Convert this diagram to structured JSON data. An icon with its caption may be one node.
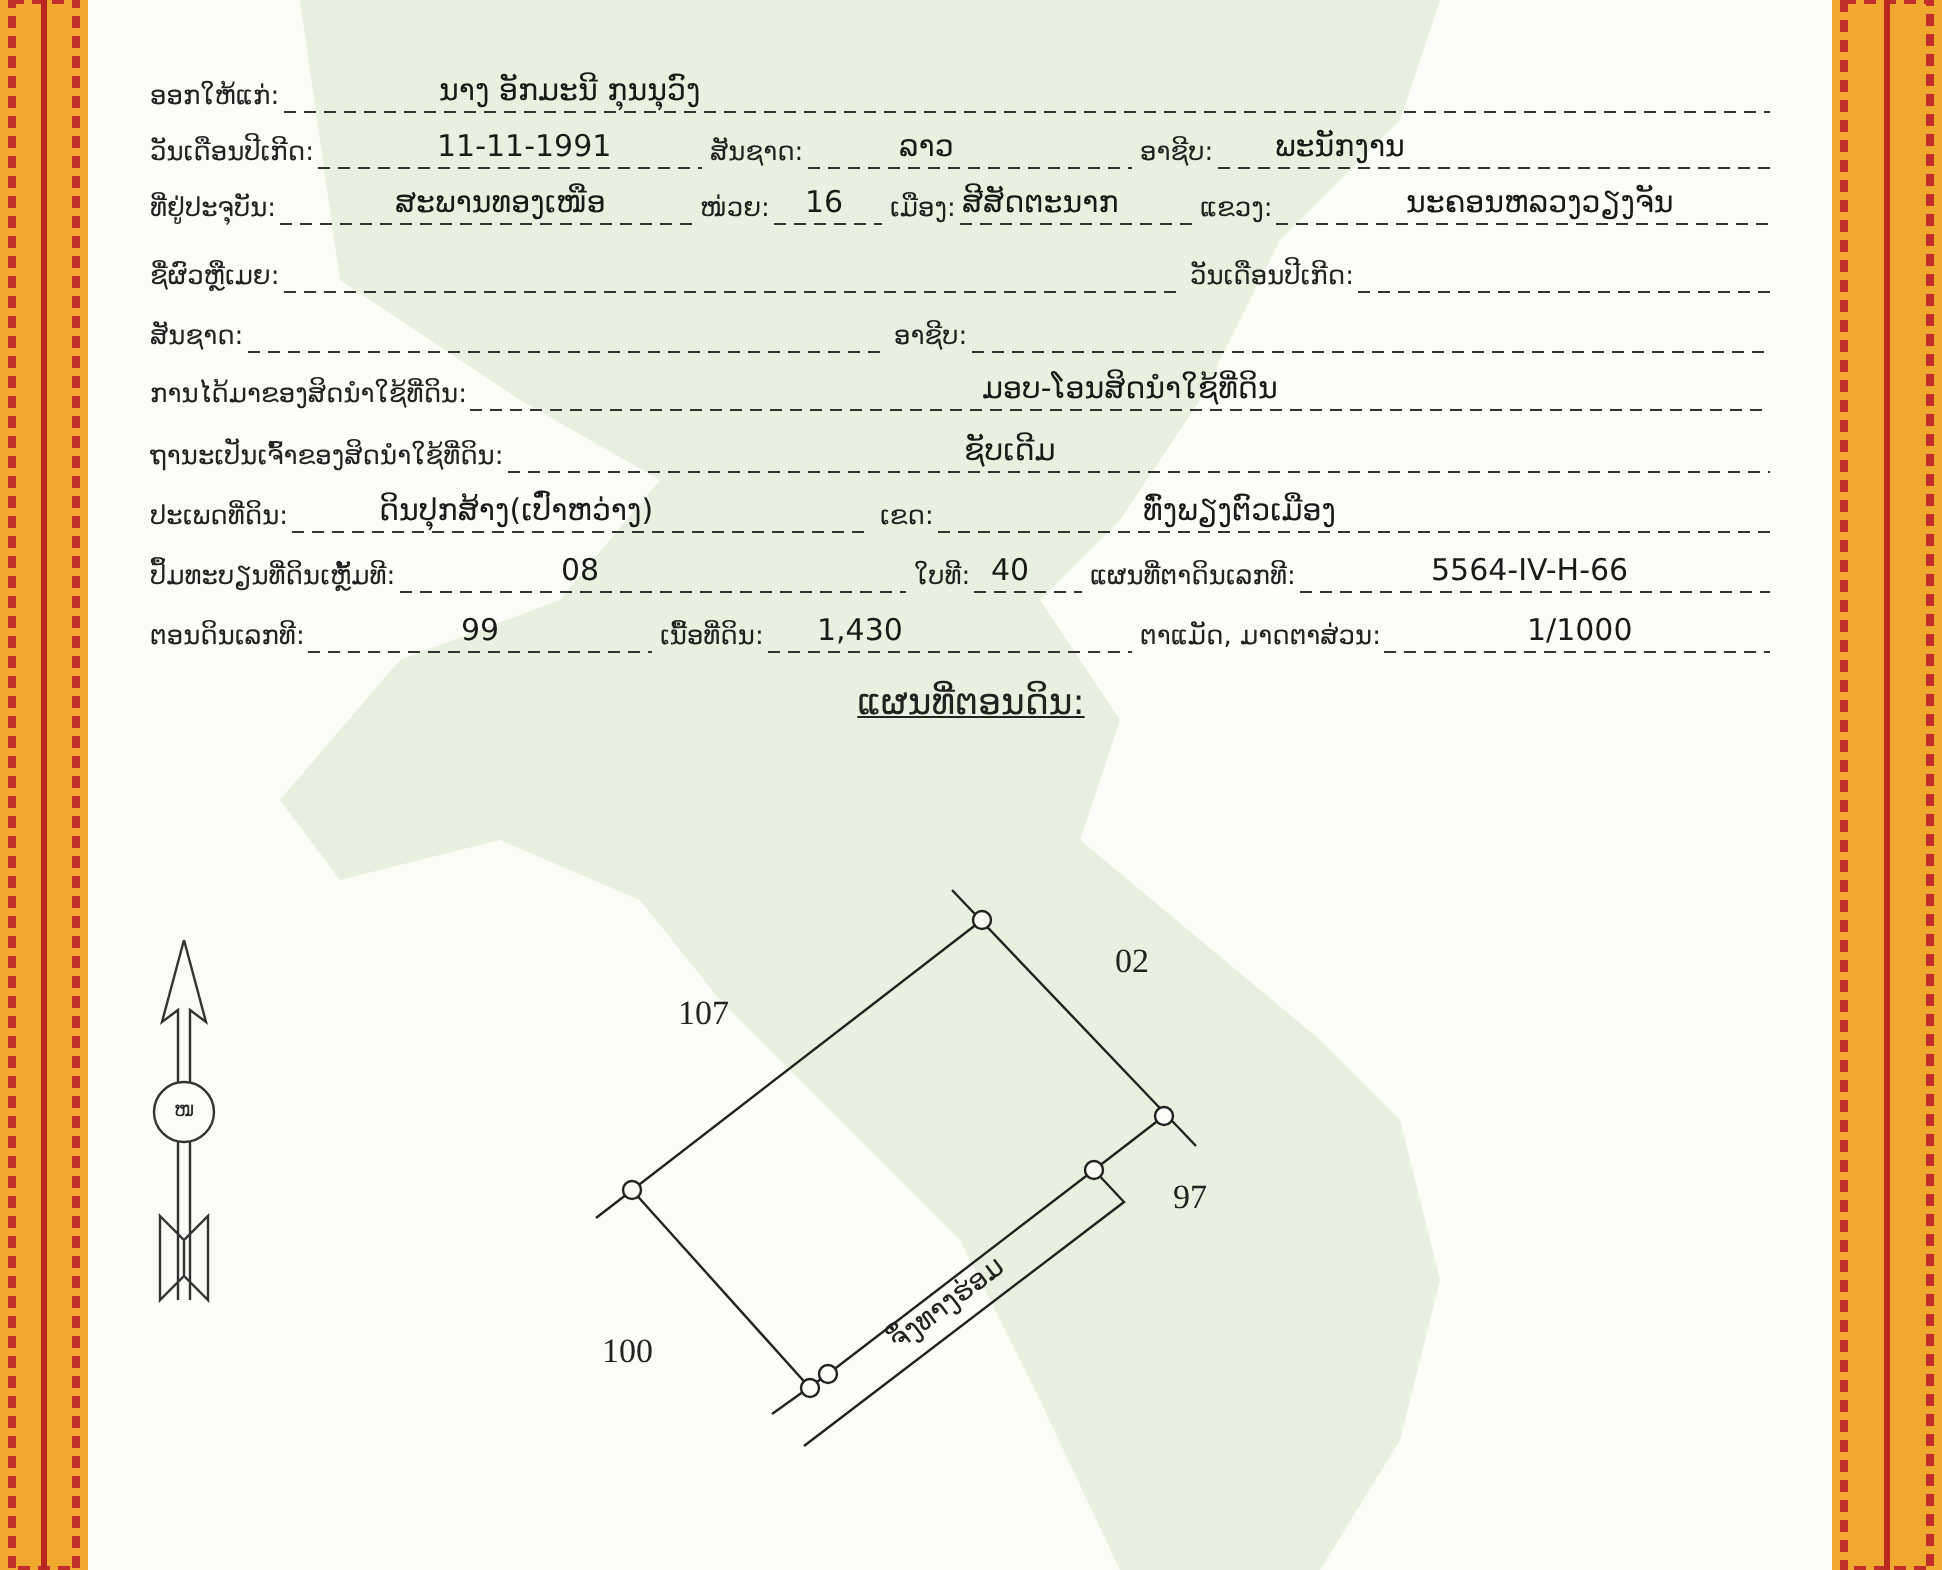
{
  "diagram": {
    "title": "ແຜນທີ່ຕອນດິນ:",
    "labels": [
      "ອອກໃຫ້ແກ່:",
      "ນາງ ອັກມະນີ ກຸນນຸວົງ",
      "ວັນເດືອນປີເກີດ:",
      "11-11-1991",
      "ສັນຊາດ:",
      "ລາວ",
      "ອາຊີບ:",
      "ພະນັກງານ",
      "ທີ່ຢູ່ປະຈຸບັນ:",
      "ສະພານທອງເໜືອ",
      "ໜ່ວຍ:",
      "16",
      "ເມືອງ:",
      "ສີສັດຕະນາກ",
      "ແຂວງ:",
      "ນະຄອນຫລວງວຽງຈັນ",
      "ຊື່ຜົວຫຼືເມຍ:",
      "ວັນເດືອນປີເກີດ:",
      "ສັນຊາດ:",
      "ອາຊີບ:",
      "ການໄດ້ມາຂອງສິດນຳໃຊ້ທີ່ດິນ:",
      "ມອບ-ໂອນສິດນຳໃຊ້ທີ່ດິນ",
      "ຖານະເປັນເຈົ້າຂອງສິດນຳໃຊ້ທີ່ດິນ:",
      "ຊັບເດີມ",
      "ປະເພດທີ່ດິນ:",
      "ດິນປຸກສ້າງ(ເປົ່າຫວ່າງ)",
      "ເຂດ:",
      "ທົ່ງພຽງຕົວເມືອງ",
      "ປຶ້ມທະບຽນທີ່ດິນເຫຼັ້ມທີ:",
      "08",
      "ໃບທີ:",
      "40",
      "ແຜນທີ່ຕາດິນເລກທີ:",
      "5564-IV-H-66",
      "ຕອນດິນເລກທີ:",
      "99",
      "ເນື້ອທີ່ດິນ:",
      "1,430",
      "ຕາແມັດ, ມາດຕາສ່ວນ:",
      "1/1000",
      "ໜ",
      "107",
      "02",
      "97",
      "100",
      "ຈຶ່ງທາງຮ່ອມ"
    ]
  }
}
